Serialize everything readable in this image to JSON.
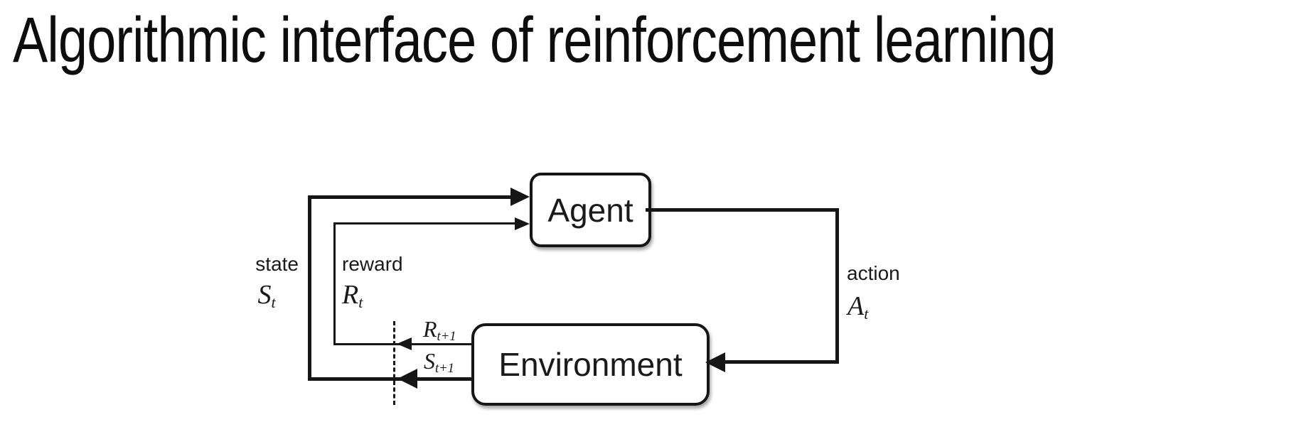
{
  "title": "Algorithmic interface of reinforcement learning",
  "diagram": {
    "nodes": {
      "agent": "Agent",
      "environment": "Environment"
    },
    "labels": {
      "state": {
        "word": "state",
        "symbol_base": "S",
        "symbol_sub": "t"
      },
      "reward": {
        "word": "reward",
        "symbol_base": "R",
        "symbol_sub": "t"
      },
      "action": {
        "word": "action",
        "symbol_base": "A",
        "symbol_sub": "t"
      },
      "next_reward": {
        "symbol_base": "R",
        "symbol_sub": "t+1"
      },
      "next_state": {
        "symbol_base": "S",
        "symbol_sub": "t+1"
      }
    },
    "colors": {
      "line": "#161616",
      "text": "#1a1a1a",
      "background": "#ffffff"
    }
  }
}
